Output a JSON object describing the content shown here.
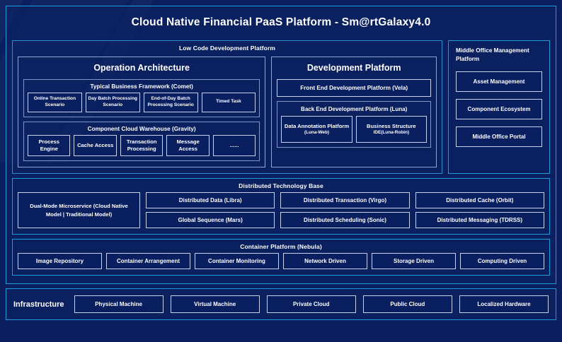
{
  "app": {
    "title": "Cloud Native Financial PaaS Platform - Sm@rtGalaxy4.0"
  },
  "colors": {
    "background": "#0b1f5e",
    "accent_border": "#1a9cdc",
    "box_border": "#c8d2ea",
    "text": "#ffffff"
  },
  "low_code": {
    "title": "Low Code Development Platform",
    "operation_architecture": {
      "title": "Operation Architecture",
      "business_framework": {
        "title": "Typical Business Framework (Comet)",
        "items": [
          "Online Transaction Scenario",
          "Day Batch Processing Scenario",
          "End-of-Day Batch Processing Scenario",
          "Timed Task"
        ]
      },
      "cloud_warehouse": {
        "title": "Component Cloud Warehouse (Gravity)",
        "items": [
          "Process Engine",
          "Cache Access",
          "Transaction Processing",
          "Message Access",
          "......"
        ]
      }
    },
    "development_platform": {
      "title": "Development Platform",
      "front_end": "Front End Development Platform (Vela)",
      "back_end": {
        "title": "Back End Development Platform (Luna)",
        "items": [
          {
            "main": "Data Annotation Platform",
            "sub": "(Luna-Web)"
          },
          {
            "main": "Business Structure",
            "sub": "IDE(Luna-Robin)"
          }
        ]
      }
    }
  },
  "middle_office": {
    "title": "Middle Office Management Platform",
    "items": [
      "Asset Management",
      "Component Ecosystem",
      "Middle Office Portal"
    ]
  },
  "distributed_base": {
    "title": "Distributed Technology Base",
    "dual_mode": "Dual-Mode Microservice (Cloud Native Model | Traditional Model)",
    "columns": [
      [
        "Distributed Data (Libra)",
        "Global Sequence (Mars)"
      ],
      [
        "Distributed Transaction (Virgo)",
        "Distributed Scheduling (Sonic)"
      ],
      [
        "Distributed Cache (Orbit)",
        "Distributed Messaging (TDRSS)"
      ]
    ]
  },
  "container_platform": {
    "title": "Container Platform (Nebula)",
    "items": [
      "Image Repository",
      "Container Arrangement",
      "Container Monitoring",
      "Network Driven",
      "Storage Driven",
      "Computing Driven"
    ]
  },
  "infrastructure": {
    "label": "Infrastructure",
    "items": [
      "Physical Machine",
      "Virtual Machine",
      "Private Cloud",
      "Public Cloud",
      "Localized Hardware"
    ]
  }
}
